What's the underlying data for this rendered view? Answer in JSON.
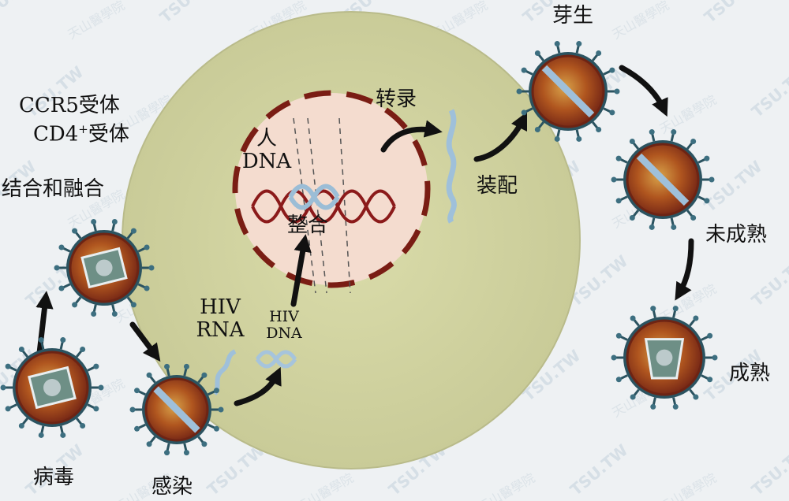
{
  "labels": {
    "receptor1": "CCR5受体",
    "receptor2_main": "CD4",
    "receptor2_sup": "+",
    "receptor2_tail": "受体",
    "binding": "结合和融合",
    "virus": "病毒",
    "infection": "感染",
    "hiv_rna_1": "HIV",
    "hiv_rna_2": "RNA",
    "hiv_dna_1": "HIV",
    "hiv_dna_2": "DNA",
    "human_dna_1": "人",
    "human_dna_2": "DNA",
    "integration": "整合",
    "transcription": "转录",
    "assembly": "装配",
    "budding": "芽生",
    "immature": "未成熟",
    "mature": "成熟"
  },
  "watermark": {
    "latin": "TSU.TW",
    "chinese": "天山醫學院"
  },
  "colors": {
    "cell": "#cfd19f",
    "nucleus": "#f3d7cc",
    "nucleus_border": "#7a1d14",
    "virion_outer": "#2b5360",
    "virion_ring": "#8a2d1c",
    "virion_core": "#a9501f",
    "arrow": "#111111",
    "dna_red": "#8b1a1a",
    "rna_blue": "#8fb4d1"
  }
}
